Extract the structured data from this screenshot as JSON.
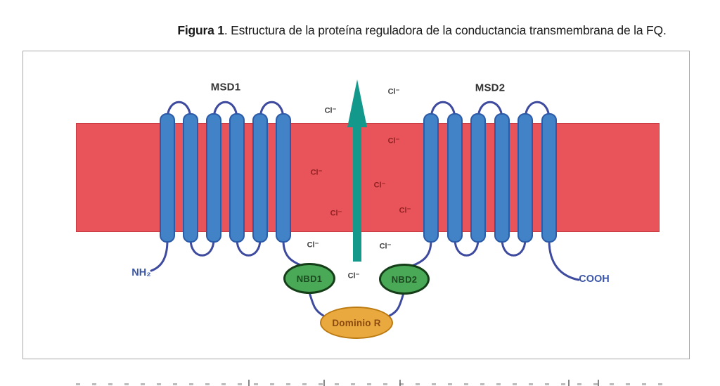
{
  "figure": {
    "caption_bold": "Figura 1",
    "caption_rest": ". Estructura de la proteína reguladora de la conductancia transmembrana de la FQ."
  },
  "diagram": {
    "msd1_label": "MSD1",
    "msd2_label": "MSD2",
    "nbd1_label": "NBD1",
    "nbd2_label": "NBD2",
    "r_domain_label": "Dominio R",
    "amino_terminal": "NH₂",
    "carboxyl_terminal": "COOH",
    "ion_label": "Cl⁻"
  },
  "colors": {
    "membrane_fill": "#E9545B",
    "membrane_border": "#C63C42",
    "segment_fill": "#4183C6",
    "segment_border": "#2E5BA8",
    "loop_stroke": "#3D4A9E",
    "arrow_fill": "#12998B",
    "nbd_fill": "#49A956",
    "nbd_border": "#143D18",
    "r_domain_fill": "#E9A93E",
    "r_domain_border": "#BC7B12",
    "ion_outside": "#3C3C3C",
    "ion_inside": "#8E2020",
    "terminal_text": "#3A55A8",
    "frame_border": "#A9A9A9"
  }
}
